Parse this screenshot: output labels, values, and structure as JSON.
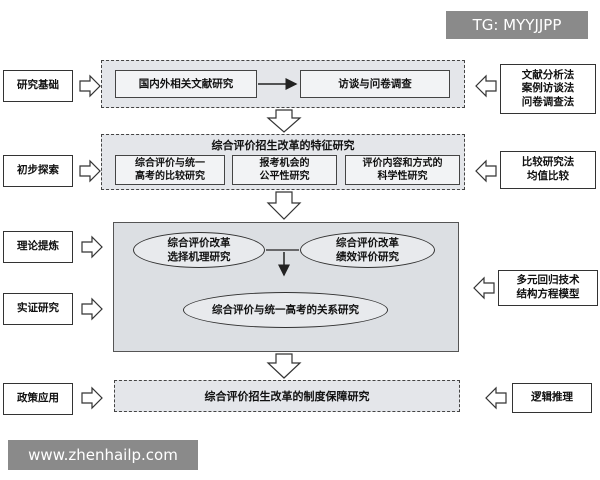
{
  "watermarks": {
    "top_right": "TG: MYYJJPP",
    "bottom_left": "www.zhenhailp.com"
  },
  "stages": [
    {
      "label": "研究基础"
    },
    {
      "label": "初步探索"
    },
    {
      "label": "理论提炼"
    },
    {
      "label": "实证研究"
    },
    {
      "label": "政策应用"
    }
  ],
  "row1": {
    "left": "国内外相关文献研究",
    "right": "访谈与问卷调查"
  },
  "row2": {
    "title": "综合评价招生改革的特征研究",
    "boxes": [
      [
        "综合评价与统一",
        "高考的比较研究"
      ],
      [
        "报考机会的",
        "公平性研究"
      ],
      [
        "评价内容和方式的",
        "科学性研究"
      ]
    ]
  },
  "row3": {
    "ellipse_left": [
      "综合评价改革",
      "选择机理研究"
    ],
    "ellipse_right": [
      "综合评价改革",
      "绩效评价研究"
    ],
    "ellipse_bottom": "综合评价与统一高考的关系研究"
  },
  "row4": {
    "label": "综合评价招生改革的制度保障研究"
  },
  "methods": [
    [
      "文献分析法",
      "案例访谈法",
      "问卷调查法"
    ],
    [
      "比较研究法",
      "均值比较"
    ],
    [
      "多元回归技术",
      "结构方程模型"
    ],
    [
      "逻辑推理"
    ]
  ]
}
